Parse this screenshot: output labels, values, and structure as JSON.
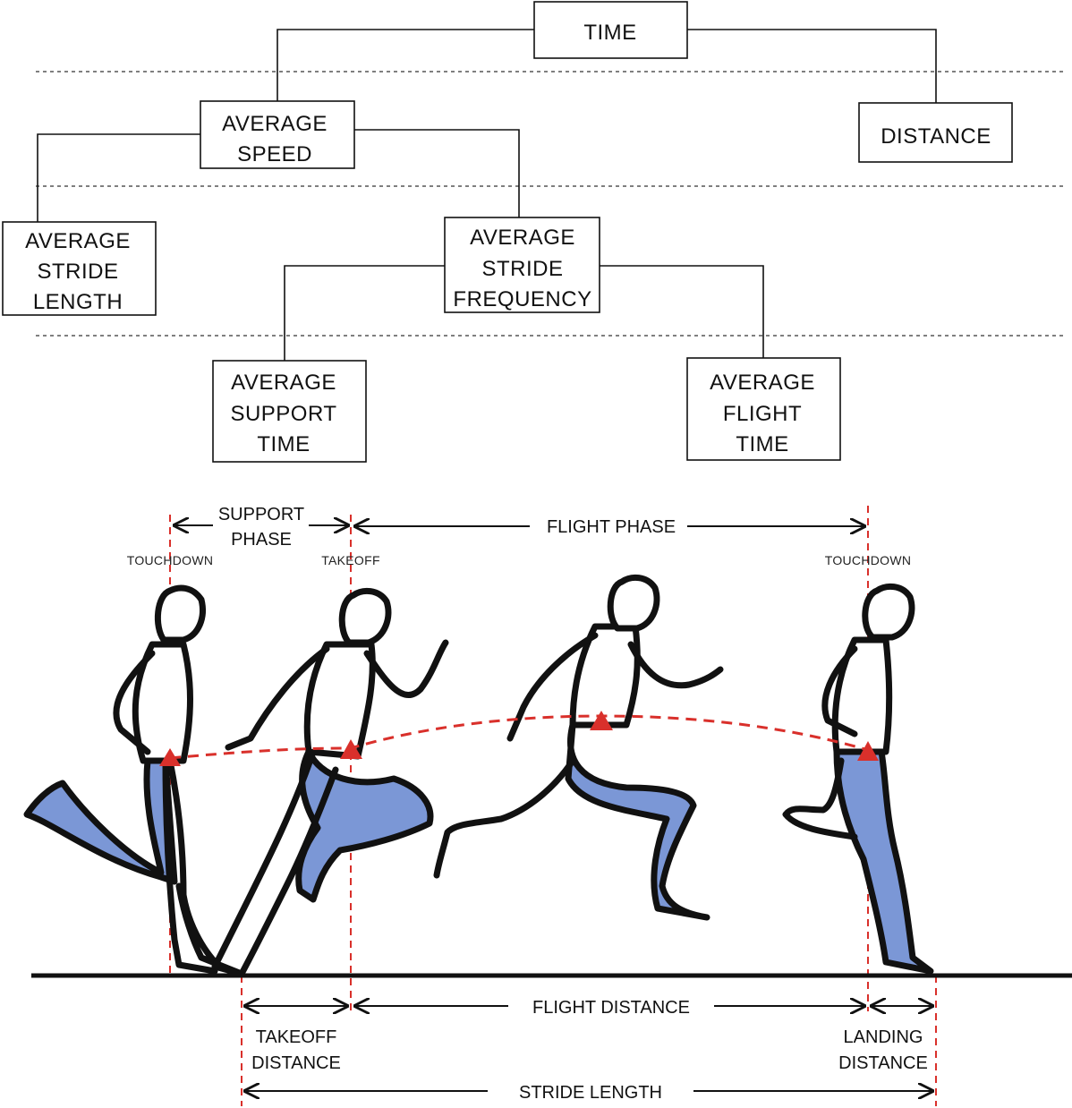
{
  "tree": {
    "time": "TIME",
    "distance": "DISTANCE",
    "average_speed": [
      "AVERAGE",
      "SPEED"
    ],
    "average_stride_length": [
      "AVERAGE",
      "STRIDE",
      "LENGTH"
    ],
    "average_stride_frequency": [
      "AVERAGE",
      "STRIDE",
      "FREQUENCY"
    ],
    "average_support_time": [
      "AVERAGE",
      "SUPPORT",
      "TIME"
    ],
    "average_flight_time": [
      "AVERAGE",
      "FLIGHT",
      "TIME"
    ]
  },
  "phases": {
    "support_phase": [
      "SUPPORT",
      "PHASE"
    ],
    "flight_phase": "FLIGHT PHASE",
    "touchdown_1": "TOUCHDOWN",
    "takeoff": "TAKEOFF",
    "touchdown_2": "TOUCHDOWN"
  },
  "distances": {
    "takeoff_distance": [
      "TAKEOFF",
      "DISTANCE"
    ],
    "flight_distance": "FLIGHT DISTANCE",
    "landing_distance": [
      "LANDING",
      "DISTANCE"
    ],
    "stride_length": "STRIDE LENGTH"
  },
  "colors": {
    "leg_fill": "#7b97d6",
    "marker_red": "#d9302b",
    "line": "#111111"
  }
}
